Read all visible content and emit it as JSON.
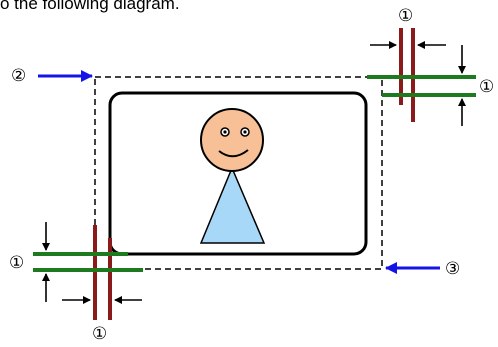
{
  "intro_text": "o the following diagram.",
  "labels": {
    "gap_top": "①",
    "gap_right": "①",
    "gap_left": "①",
    "gap_bottom": "①",
    "start_corner": "②",
    "end_corner": "③"
  },
  "colors": {
    "vertical_line": "#8b1a1a",
    "horizontal_line": "#1e7a1e",
    "corner_arrow": "#1414e6",
    "face_fill": "#f8c096",
    "body_fill": "#a8d8f8",
    "dashed_border": "#000000"
  },
  "icons": {
    "person": "person-icon",
    "frame": "photo-frame"
  }
}
